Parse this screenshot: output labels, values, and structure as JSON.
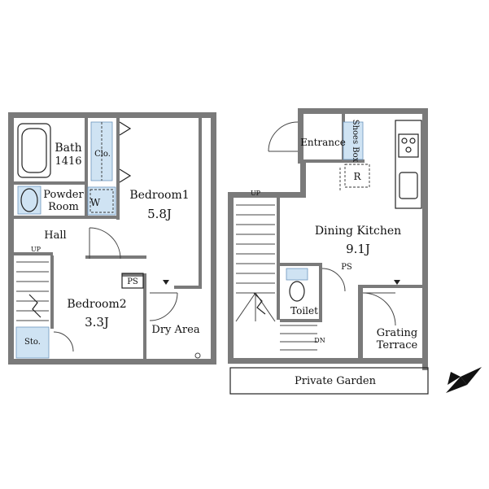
{
  "rooms": {
    "bath_label": "Bath",
    "bath_size": "1416",
    "closet": "Clo.",
    "powder_line1": "Powder",
    "powder_line2": "Room",
    "washer": "W",
    "bedroom1_name": "Bedroom1",
    "bedroom1_size": "5.8J",
    "hall": "Hall",
    "up_left": "UP",
    "ps_left": "PS",
    "bedroom2_name": "Bedroom2",
    "bedroom2_size": "3.3J",
    "storage": "Sto.",
    "dry_area": "Dry Area",
    "entrance": "Entrance",
    "shoes_box": "Shoes Box",
    "refrigerator": "R",
    "up_right": "UP",
    "dining_name": "Dining Kitchen",
    "dining_size": "9.1J",
    "ps_right": "PS",
    "toilet": "Toilet",
    "dn": "DN",
    "grating_line1": "Grating",
    "grating_line2": "Terrace",
    "private_garden": "Private Garden"
  },
  "colors": {
    "wall": "#7a7a7a",
    "fixture_blue": "#cfe3f3",
    "line": "#222222"
  },
  "icons": {
    "north": "north-arrow-icon"
  }
}
